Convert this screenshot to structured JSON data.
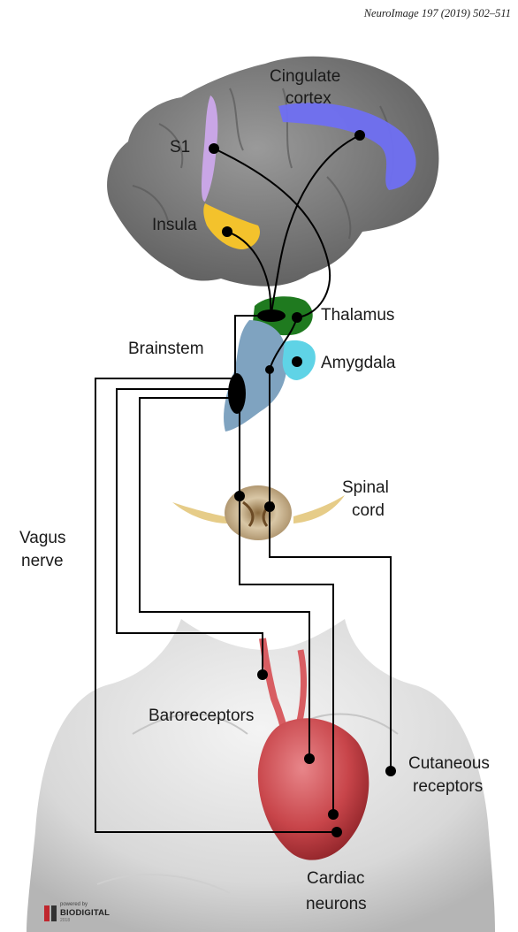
{
  "citation": "NeuroImage 197 (2019) 502–511",
  "labels": {
    "cingulate_cortex": [
      "Cingulate",
      "cortex"
    ],
    "s1": "S1",
    "insula": "Insula",
    "thalamus": "Thalamus",
    "brainstem": "Brainstem",
    "amygdala": "Amygdala",
    "spinal_cord": [
      "Spinal",
      "cord"
    ],
    "vagus_nerve": [
      "Vagus",
      "nerve"
    ],
    "baroreceptors": "Baroreceptors",
    "cutaneous_receptors": [
      "Cutaneous",
      "receptors"
    ],
    "cardiac_neurons": [
      "Cardiac",
      "neurons"
    ]
  },
  "logo": {
    "small": "powered by",
    "brand": "BIODIGITAL",
    "year": "2018"
  },
  "colors": {
    "brain": "#8a8a8a",
    "s1": "#c9a6e6",
    "cingulate": "#6f6ff2",
    "insula": "#f3c22c",
    "thalamus": "#1f7a1f",
    "brainstem": "#7fa3c0",
    "amygdala": "#5fd3e6",
    "heart": "#c8454a",
    "skin": "#e6e6e6",
    "pathways": "#000000"
  }
}
